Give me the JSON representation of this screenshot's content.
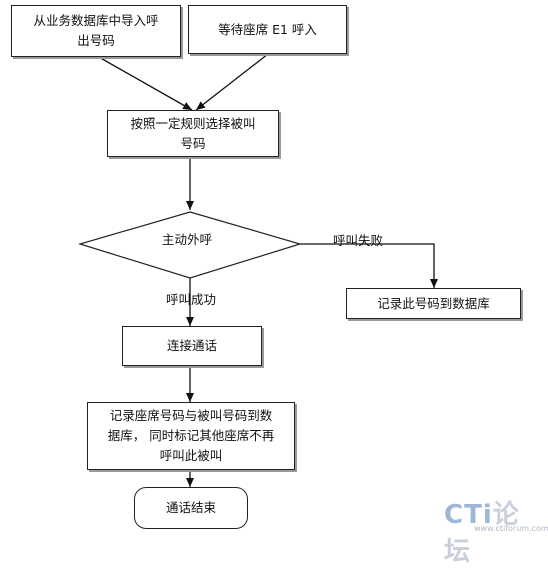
{
  "nodes": {
    "import_numbers": "从业务数据库中导入呼\n出号码",
    "wait_agent": "等待座席 E1 呼入",
    "select_number": "按照一定规则选择被叫\n号码",
    "outbound_call": "主动外呼",
    "record_failed": "记录此号码到数据库",
    "connect_call": "连接通话",
    "record_agent": "记录座席号码与被叫号码到数\n据库， 同时标记其他座席不再\n呼叫此被叫",
    "call_end": "通话结束"
  },
  "edges": {
    "call_failed": "呼叫失败",
    "call_success": "呼叫成功"
  },
  "watermark": {
    "brand_cti": "CTi",
    "brand_forum": "论坛",
    "site": "www.ctiforum.com"
  }
}
